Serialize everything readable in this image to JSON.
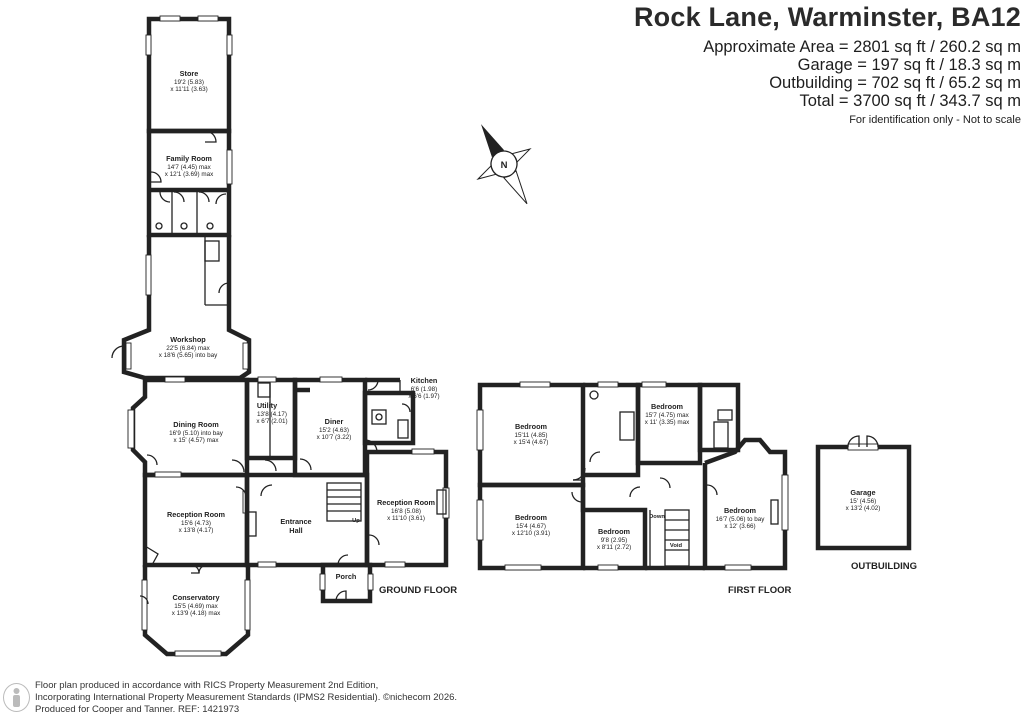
{
  "header": {
    "title": "Rock Lane, Warminster, BA12",
    "area_lines": [
      "Approximate Area = 2801 sq ft / 260.2 sq m",
      "Garage  = 197 sq ft / 18.3 sq m",
      "Outbuilding = 702 sq ft / 65.2 sq m",
      "Total = 3700 sq ft / 343.7 sq m"
    ],
    "note": "For identification only - Not to scale"
  },
  "compass": {
    "letter": "N"
  },
  "floor_labels": {
    "ground": "GROUND FLOOR",
    "first": "FIRST FLOOR",
    "outbuilding": "OUTBUILDING"
  },
  "rooms": {
    "store": {
      "name": "Store",
      "dims": [
        "19'2 (5.83)",
        "x 11'11 (3.63)"
      ]
    },
    "family_room": {
      "name": "Family Room",
      "dims": [
        "14'7 (4.45) max",
        "x 12'1 (3.69) max"
      ]
    },
    "workshop": {
      "name": "Workshop",
      "dims": [
        "22'5 (6.84) max",
        "x 18'6 (5.65) into bay"
      ]
    },
    "kitchen": {
      "name": "Kitchen",
      "dims": [
        "6'6 (1.98)",
        "x 6'6 (1.97)"
      ]
    },
    "dining_room": {
      "name": "Dining Room",
      "dims": [
        "16'9 (5.10) into bay",
        "x 15' (4.57) max"
      ]
    },
    "utility": {
      "name": "Utility",
      "dims": [
        "13'8 (4.17)",
        "x 6'7 (2.01)"
      ]
    },
    "diner": {
      "name": "Diner",
      "dims": [
        "15'2 (4.63)",
        "x 10'7 (3.22)"
      ]
    },
    "reception_room_1": {
      "name": "Reception Room",
      "dims": [
        "15'6 (4.73)",
        "x 13'8 (4.17)"
      ]
    },
    "entrance_hall": {
      "name": "Entrance",
      "name2": "Hall"
    },
    "reception_room_2": {
      "name": "Reception Room",
      "dims": [
        "16'8 (5.08)",
        "x 11'10 (3.61)"
      ]
    },
    "porch": {
      "name": "Porch"
    },
    "conservatory": {
      "name": "Conservatory",
      "dims": [
        "15'5 (4.69) max",
        "x 13'9 (4.18) max"
      ]
    },
    "bedroom_1": {
      "name": "Bedroom",
      "dims": [
        "15'11 (4.85)",
        "x 15'4 (4.67)"
      ]
    },
    "bedroom_2": {
      "name": "Bedroom",
      "dims": [
        "15'7 (4.75) max",
        "x 11' (3.35) max"
      ]
    },
    "bedroom_3": {
      "name": "Bedroom",
      "dims": [
        "15'4 (4.67)",
        "x 12'10 (3.91)"
      ]
    },
    "bedroom_4": {
      "name": "Bedroom",
      "dims": [
        "9'8 (2.95)",
        "x 8'11 (2.72)"
      ]
    },
    "bedroom_5": {
      "name": "Bedroom",
      "dims": [
        "16'7 (5.06) to bay",
        "x 12' (3.66)"
      ]
    },
    "garage": {
      "name": "Garage",
      "dims": [
        "15' (4.56)",
        "x 13'2 (4.02)"
      ]
    }
  },
  "markers": {
    "up": "Up",
    "down": "Down",
    "void": "Void"
  },
  "footer": {
    "lines": [
      "Floor plan produced in accordance with RICS Property Measurement 2nd Edition,",
      "Incorporating International Property Measurement Standards (IPMS2 Residential).  ©nichecom 2026.",
      "Produced for Cooper and Tanner.  REF: 1421973"
    ]
  }
}
